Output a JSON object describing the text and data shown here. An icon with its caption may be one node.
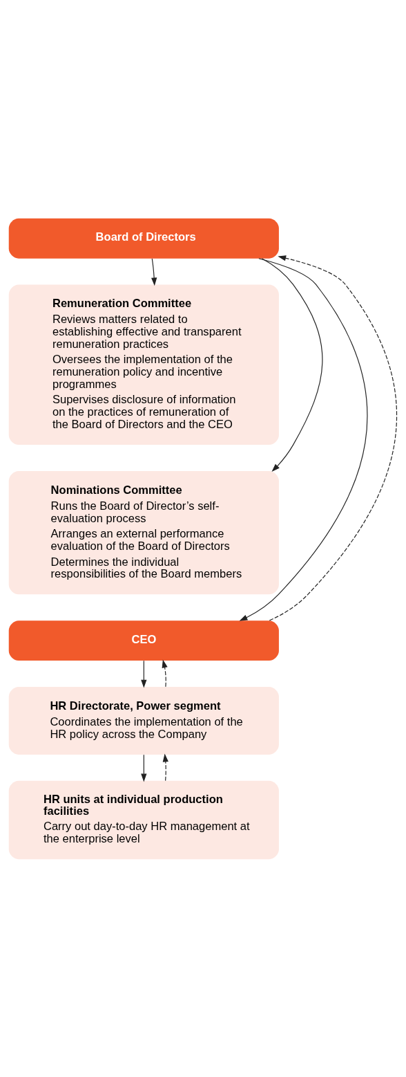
{
  "diagram": {
    "nodes": [
      {
        "text": [
          "Board of Directors"
        ]
      },
      {
        "text": [
          "Remuneration Committee",
          "Reviews matters related to establishing effective and transparent remuneration practices",
          "Oversees the implementation of the remuneration policy and incentive programmes",
          "Supervises disclosure of information on the practices of remuneration of the Board of Directors and the CEO"
        ]
      },
      {
        "text": [
          "Nominations Committee",
          "Runs the Board of Director’s self-evaluation process",
          "Arranges an external performance evaluation of the Board of Directors",
          "Determines the individual responsibilities of the Board members"
        ]
      },
      {
        "text": [
          "CEO"
        ]
      },
      {
        "text": [
          "HR Directorate, Power segment",
          "Coordinates the implementation of the HR policy across the Company"
        ]
      },
      {
        "text": [
          "HR units at individual production facilities",
          "Carry out day-to-day HR management at the enterprise level"
        ]
      }
    ],
    "edges": [
      {
        "from": 0,
        "to": 1,
        "arrow": "to"
      },
      {
        "from": 0,
        "to": 2,
        "arrow": "to"
      },
      {
        "from": 0,
        "to": 3,
        "arrow": "to"
      },
      {
        "from": 3,
        "to": 0,
        "arrow": "to",
        "style": "dashed"
      },
      {
        "from": 3,
        "to": 4,
        "arrow": "to"
      },
      {
        "from": 4,
        "to": 3,
        "arrow": "to",
        "style": "dashed"
      },
      {
        "from": 4,
        "to": 5,
        "arrow": "to"
      },
      {
        "from": 5,
        "to": 4,
        "arrow": "to",
        "style": "dashed"
      }
    ]
  }
}
